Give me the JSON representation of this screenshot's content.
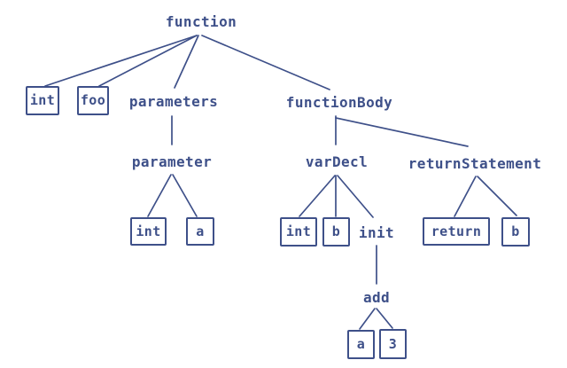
{
  "diagram": {
    "type": "tree",
    "description": "Abstract syntax tree of a function definition",
    "colors": {
      "ink": "#3e5089",
      "background": "#ffffff"
    },
    "nodes": {
      "function": {
        "label": "function",
        "boxed": false
      },
      "int1": {
        "label": "int",
        "boxed": true
      },
      "foo": {
        "label": "foo",
        "boxed": true
      },
      "parameters": {
        "label": "parameters",
        "boxed": false
      },
      "functionBody": {
        "label": "functionBody",
        "boxed": false
      },
      "parameter": {
        "label": "parameter",
        "boxed": false
      },
      "int2": {
        "label": "int",
        "boxed": true
      },
      "a1": {
        "label": "a",
        "boxed": true
      },
      "varDecl": {
        "label": "varDecl",
        "boxed": false
      },
      "returnStatement": {
        "label": "returnStatement",
        "boxed": false
      },
      "int3": {
        "label": "int",
        "boxed": true
      },
      "b1": {
        "label": "b",
        "boxed": true
      },
      "init": {
        "label": "init",
        "boxed": false
      },
      "returnKw": {
        "label": "return",
        "boxed": true
      },
      "b2": {
        "label": "b",
        "boxed": true
      },
      "add": {
        "label": "add",
        "boxed": false
      },
      "a2": {
        "label": "a",
        "boxed": true
      },
      "three": {
        "label": "3",
        "boxed": true
      }
    },
    "edges": [
      [
        "function",
        "int1"
      ],
      [
        "function",
        "foo"
      ],
      [
        "function",
        "parameters"
      ],
      [
        "function",
        "functionBody"
      ],
      [
        "parameters",
        "parameter"
      ],
      [
        "parameter",
        "int2"
      ],
      [
        "parameter",
        "a1"
      ],
      [
        "functionBody",
        "varDecl"
      ],
      [
        "functionBody",
        "returnStatement"
      ],
      [
        "varDecl",
        "int3"
      ],
      [
        "varDecl",
        "b1"
      ],
      [
        "varDecl",
        "init"
      ],
      [
        "init",
        "add"
      ],
      [
        "add",
        "a2"
      ],
      [
        "add",
        "three"
      ],
      [
        "returnStatement",
        "returnKw"
      ],
      [
        "returnStatement",
        "b2"
      ]
    ]
  }
}
